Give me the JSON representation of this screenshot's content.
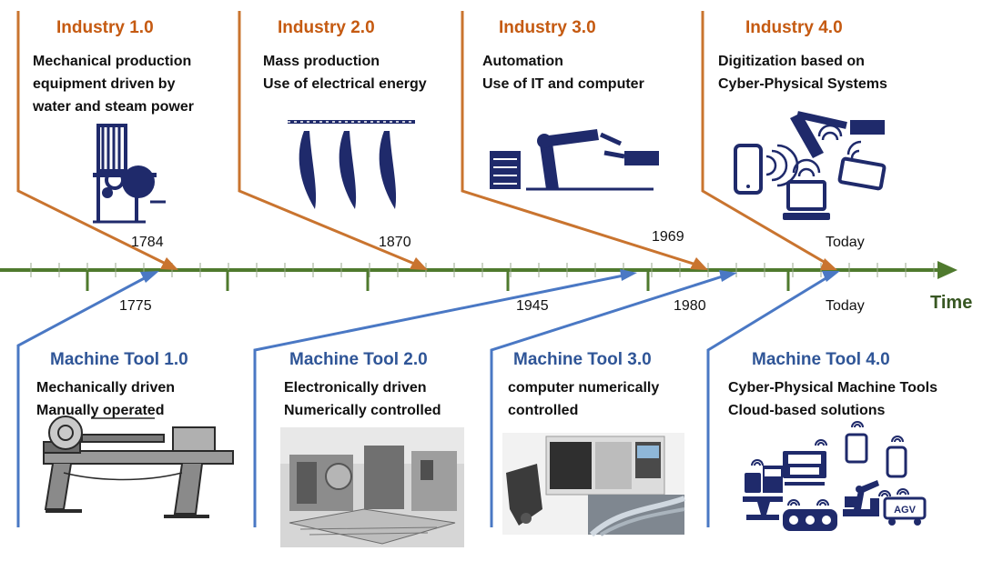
{
  "industry": [
    {
      "title": "Industry 1.0",
      "description": "Mechanical production\nequipment driven by\nwater and steam power",
      "year": "1784",
      "icon": "steam-loom-icon"
    },
    {
      "title": "Industry 2.0",
      "description": "Mass production\nUse of electrical energy",
      "year": "1870",
      "icon": "assembly-line-icon"
    },
    {
      "title": "Industry 3.0",
      "description": "Automation\nUse of IT and computer",
      "year": "1969",
      "icon": "robot-arm-computer-icon"
    },
    {
      "title": "Industry 4.0",
      "description": "Digitization based on\nCyber-Physical Systems",
      "year": "Today",
      "icon": "connected-devices-icon"
    }
  ],
  "machine_tool": [
    {
      "title": "Machine Tool 1.0",
      "description": "Mechanically driven\nManually operated",
      "year": "1775",
      "icon": "lathe-engraving"
    },
    {
      "title": "Machine Tool 2.0",
      "description": "Electronically driven\nNumerically controlled",
      "year": "1945",
      "icon": "nc-machine-photo"
    },
    {
      "title": "Machine Tool 3.0",
      "description": "computer numerically\ncontrolled",
      "year": "1980",
      "icon": "cnc-machine-photo"
    },
    {
      "title": "Machine Tool 4.0",
      "description": "Cyber-Physical Machine Tools\nCloud-based solutions",
      "year": "Today",
      "icon": "cyber-physical-tools-icon"
    }
  ],
  "axis_label": "Time",
  "agv_label": "AGV",
  "colors": {
    "industry": "#c55a11",
    "machine_tool": "#4472c4",
    "timeline": "#385723"
  }
}
